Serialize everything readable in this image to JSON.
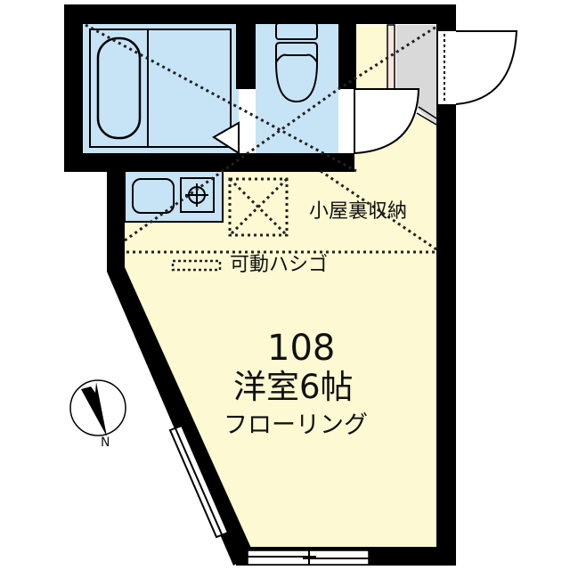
{
  "floor_plan": {
    "unit_number": "108",
    "room_type": "洋室6帖",
    "flooring": "フローリング",
    "loft_label": "小屋裏収納",
    "ladder_label": "可動ハシゴ",
    "compass_label": "N"
  },
  "colors": {
    "wall": "#000000",
    "wet_area": "#c7e4f7",
    "living_area": "#fdf9d2",
    "closet": "#d9d9d9",
    "background": "#ffffff"
  },
  "icons": {
    "bathtub": "bathtub-icon",
    "toilet": "toilet-icon",
    "sink": "sink-icon",
    "stove": "stove-burner-icon",
    "compass": "north-arrow-icon",
    "loft_hatch": "loft-hatch-icon",
    "ladder": "ladder-icon"
  }
}
